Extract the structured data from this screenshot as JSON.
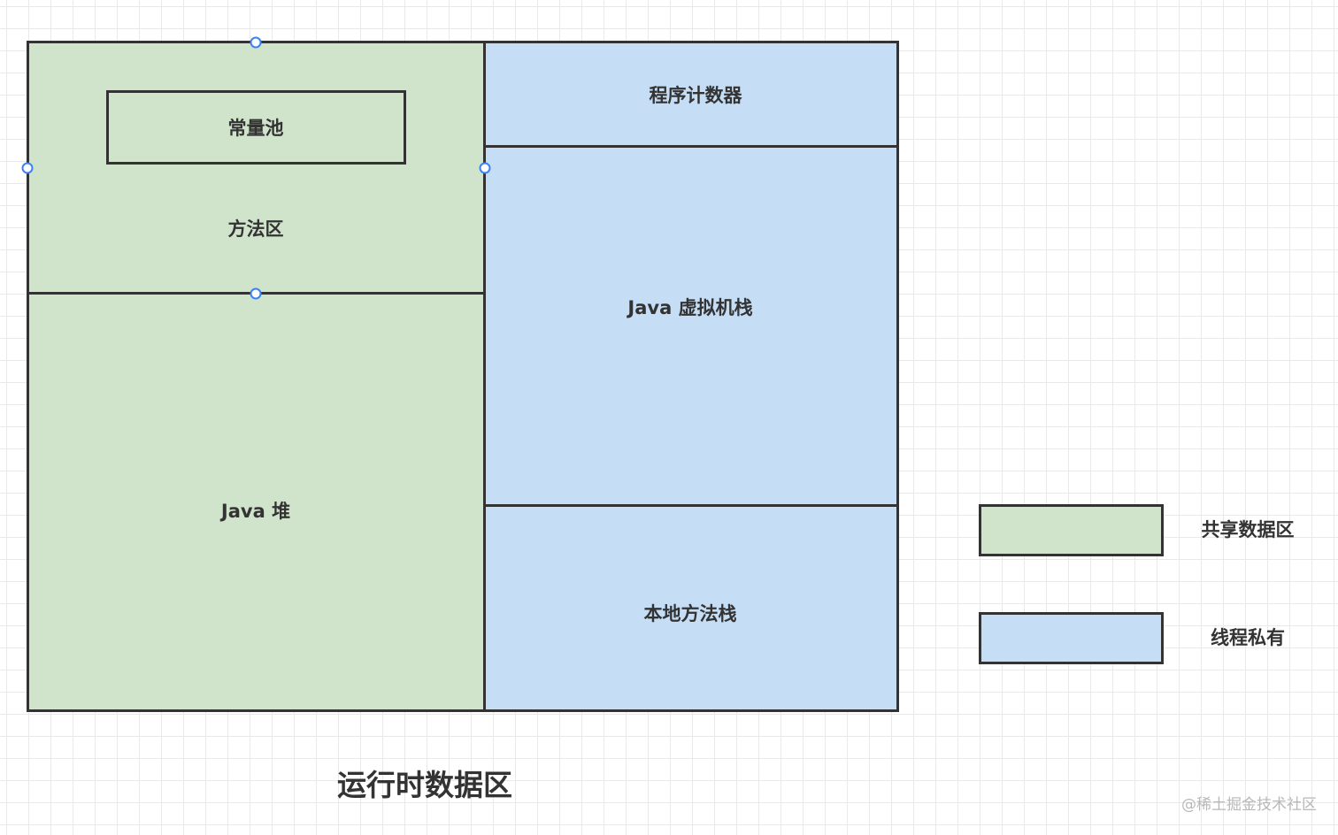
{
  "diagram": {
    "caption": "运行时数据区",
    "colors": {
      "shared": "#d0e4cb",
      "private": "#c5ddf5",
      "border": "#333333",
      "handle": "#3b82f6"
    },
    "shared_regions": {
      "method_area": "方法区",
      "constant_pool": "常量池",
      "heap": "Java 堆"
    },
    "private_regions": {
      "program_counter": "程序计数器",
      "vm_stack": "Java 虚拟机栈",
      "native_method_stack": "本地方法栈"
    }
  },
  "legend": {
    "shared_label": "共享数据区",
    "private_label": "线程私有"
  },
  "watermark": "@稀土掘金技术社区"
}
